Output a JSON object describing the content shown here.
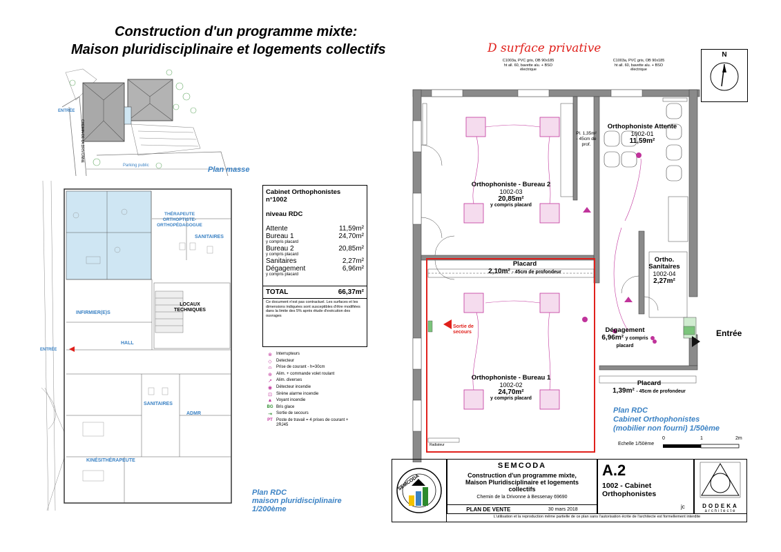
{
  "header": {
    "title_line1": "Construction d'un programme mixte:",
    "title_line2": "Maison pluridisciplinaire et logements collectifs",
    "annotation": "D surface privative"
  },
  "plan_masse": {
    "label": "Plan masse",
    "entree": "ENTRÉE",
    "road": "CHEMIN DE LA DRIVONNE",
    "parking": "Parking public"
  },
  "plan_rdc_maison": {
    "label_line1": "Plan RDC",
    "label_line2": "maison pluridisciplinaire",
    "label_line3": "1/200ème",
    "entree": "ENTRÉE",
    "rooms": [
      "THÉRAPEUTE ORTHOPTISTE-ORTHOPÉDAGOGUE",
      "SANITAIRES",
      "INFIRMIER(E)S",
      "LOCAUX TECHNIQUES",
      "HALL",
      "SANITAIRES",
      "ADMR",
      "KINÉSITHÉRAPEUTE"
    ]
  },
  "area_table": {
    "title_line1": "Cabinet Orthophonistes",
    "title_line2": "n°1002",
    "level": "niveau RDC",
    "rows": [
      {
        "label": "Attente",
        "value": "11,59m²",
        "sub": ""
      },
      {
        "label": "Bureau 1",
        "value": "24,70m²",
        "sub": "y compris placard"
      },
      {
        "label": "Bureau 2",
        "value": "20,85m²",
        "sub": "y compris placard"
      },
      {
        "label": "Sanitaires",
        "value": "2,27m²",
        "sub": ""
      },
      {
        "label": "Dégagement",
        "value": "6,96m²",
        "sub": "y compris placard"
      }
    ],
    "total_label": "TOTAL",
    "total_value": "66,37m²",
    "note": "Ce document n'est pas contractuel. Les surfaces et les dimensions indiquées sont susceptibles d'être modifiées dans la limite des 5% après étude d'exécution des ouvrages"
  },
  "legend": {
    "items": [
      {
        "symbol": "⊗",
        "label": "Interrupteurs"
      },
      {
        "symbol": "◇",
        "label": "Detecteur"
      },
      {
        "symbol": "⌓",
        "label": "Prise de courant - h=30cm"
      },
      {
        "symbol": "⊕",
        "label": "Alim. + commande volet roulant"
      },
      {
        "symbol": "↗",
        "label": "Alim. diverses"
      },
      {
        "symbol": "◉",
        "label": "Détecteur incendie"
      },
      {
        "symbol": "⊡",
        "label": "Sirène alarme incendie"
      },
      {
        "symbol": "▲",
        "label": "Voyant incendie"
      },
      {
        "symbol": "BG",
        "label": "Bris glace"
      },
      {
        "symbol": "⇥",
        "label": "Sortie de secours"
      },
      {
        "symbol": "PT",
        "label": "Poste de travail = 4 prises de courant + 2RJ45"
      }
    ]
  },
  "plan_cabinet": {
    "rooms": {
      "attente_name": "Orthophoniste Attente",
      "attente_code": "1002-01",
      "attente_area": "11,59m²",
      "bureau2_name": "Orthophoniste - Bureau 2",
      "bureau2_code": "1002-03",
      "bureau2_area": "20,85m²",
      "bureau2_sub": "y compris placard",
      "placard1_name": "Placard",
      "placard1_area": "2,10m²",
      "placard1_sub": "- 45cm de profondeur",
      "bureau1_name": "Orthophoniste - Bureau 1",
      "bureau1_code": "1002-02",
      "bureau1_area": "24,70m²",
      "bureau1_sub": "y compris placard",
      "sanit_name": "Ortho. Sanitaires",
      "sanit_code": "1002-04",
      "sanit_area": "2,27m²",
      "degag_name": "Dégagement",
      "degag_area": "6,96m²",
      "degag_sub": "y compris placard",
      "placard2_name": "Placard",
      "placard2_area": "1,39m²",
      "placard2_sub": "- 45cm de profondeur",
      "pl_note": "Pl. 1,35m² - 45cm de prof.",
      "sortie": "Sortie de secours",
      "entree": "Entrée",
      "radiateur": "Radiateur"
    },
    "windows": [
      "C1003a, PVC gris, OB 90x185 ht all. 60, bavette alu. + BSO électrique",
      "C1003a, PVC gris, OB 90x185 ht all. 60, bavette alu. + BSO électrique"
    ],
    "label_line1": "Plan RDC",
    "label_line2": "Cabinet Orthophonistes",
    "label_line3": "(mobilier non fourni) 1/50ème",
    "scale_label": "Echelle 1/50ème",
    "scale_0": "0",
    "scale_1": "1",
    "scale_2": "2m"
  },
  "north": "N",
  "title_block": {
    "client": "SEMCODA",
    "logo_text": "SEMCODA",
    "project_line1": "Construction d'un programme mixte,",
    "project_line2": "Maison Pluridisciplinaire et logements",
    "project_line3": "collectifs",
    "address": "Chemin de la Drivonne à Bessenay 69690",
    "doc_type": "PLAN DE VENTE",
    "date": "30 mars 2018",
    "sheet": "A.2",
    "sheet_title_line1": "1002 - Cabinet",
    "sheet_title_line2": "Orthophonistes",
    "initials": "jc",
    "architect": "DODEKA",
    "architect_sub": "architecte",
    "footer": "L'utilisation et la reproduction même partielle de ce plan sans l'autorisation écrite de l'architecte est formellement interdite"
  },
  "colors": {
    "blue_label": "#3b82c4",
    "red": "#e0201b",
    "magenta": "#c0339b",
    "wall": "#6b6b6b",
    "blue_room": "#cfe6f3"
  }
}
